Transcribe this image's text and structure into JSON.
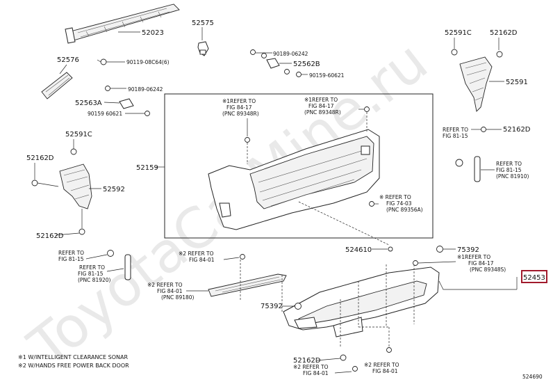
{
  "diagram": {
    "watermark": "ToyotaCarMine.ru",
    "figure_id": "524690",
    "highlighted_part": "52453",
    "part_labels": [
      "52023",
      "52575",
      "52576",
      "90119-08C64(6)",
      "90189-06242",
      "52562B",
      "90159-60621",
      "52591C",
      "52162D",
      "52591",
      "52563A",
      "90189-06242",
      "90159 60621",
      "52591C",
      "52162D",
      "52592",
      "52159",
      "52162D",
      "52162D",
      "524610",
      "75392",
      "75392",
      "52453",
      "52162D"
    ],
    "refer_notes": [
      [
        "※1REFER TO",
        "FIG 84-17",
        "(PNC 89348R)"
      ],
      [
        "※1REFER TO",
        "FIG 84-17",
        "(PNC 89348R)"
      ],
      [
        "REFER TO",
        "FIG 81-15"
      ],
      [
        "REFER TO",
        "FIG 81-15",
        "(PNC 81910)"
      ],
      [
        "※ REFER TO",
        "FIG 74-03",
        "(PNC 89356A)"
      ],
      [
        "REFER TO",
        "FIG 81-15"
      ],
      [
        "REFER TO",
        "FIG 81-15",
        "(PNC 81920)"
      ],
      [
        "※2 REFER TO",
        "FIG 84-01"
      ],
      [
        "※2 REFER TO",
        "FIG 84-01",
        "(PNC 89180)"
      ],
      [
        "※1REFER TO",
        "FIG 84-17",
        "(PNC 89348S)"
      ],
      [
        "※2 REFER TO",
        "FIG 84-01"
      ],
      [
        "※2 REFER TO",
        "FIG 84-01"
      ]
    ],
    "footnotes": [
      "※1 W/INTELLIGENT CLEARANCE SONAR",
      "※2 W/HANDS FREE POWER BACK DOOR"
    ]
  }
}
